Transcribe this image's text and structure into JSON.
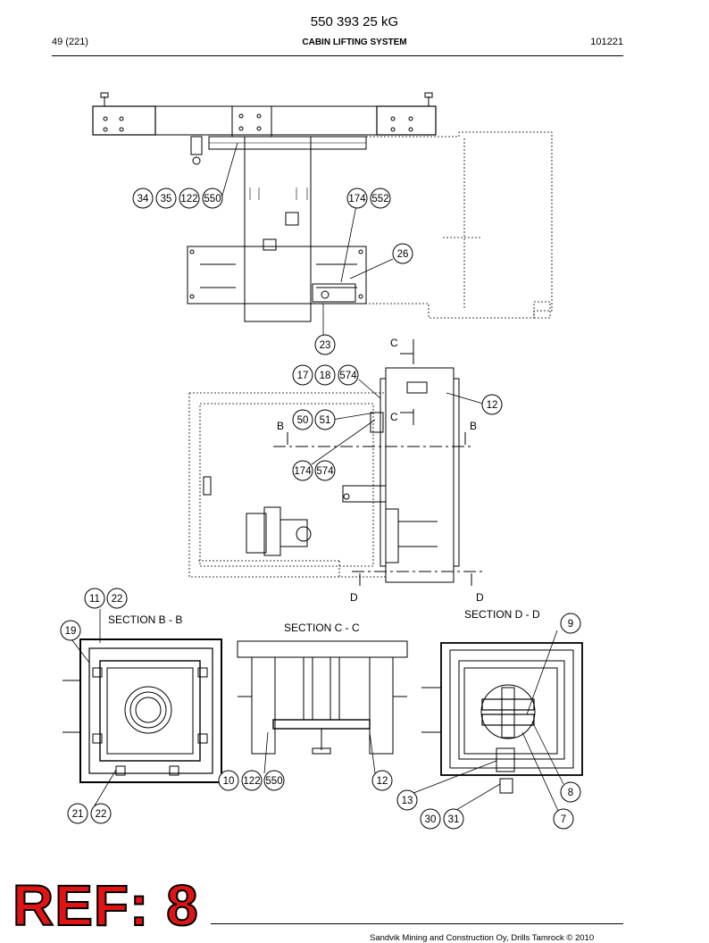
{
  "header": {
    "part_number": "550 393 25 kG",
    "page": "49 (221)",
    "title": "CABIN LIFTING SYSTEM",
    "code": "101221"
  },
  "callouts": {
    "c34": "34",
    "c35": "35",
    "c122a": "122",
    "c550a": "550",
    "c174a": "174",
    "c552": "552",
    "c26": "26",
    "c23": "23",
    "c17": "17",
    "c18": "18",
    "c574a": "574",
    "c12a": "12",
    "c50": "50",
    "c51": "51",
    "c174b": "174",
    "c574b": "574",
    "c11": "11",
    "c22a": "22",
    "c19": "19",
    "c9": "9",
    "c10": "10",
    "c122b": "122",
    "c550b": "550",
    "c12b": "12",
    "c13": "13",
    "c8": "8",
    "c21": "21",
    "c22b": "22",
    "c30": "30",
    "c31": "31",
    "c7": "7"
  },
  "section_marks": {
    "c_top": "C",
    "c_bottom": "C",
    "b_left": "B",
    "b_right": "B",
    "d_left": "D",
    "d_right": "D"
  },
  "section_labels": {
    "bb": "SECTION B - B",
    "cc": "SECTION C - C",
    "dd": "SECTION D - D"
  },
  "ref_label": "REF: 8",
  "footer": {
    "copyright": "Sandvik Mining and Construction Oy, Drills Tamrock © 2010"
  }
}
